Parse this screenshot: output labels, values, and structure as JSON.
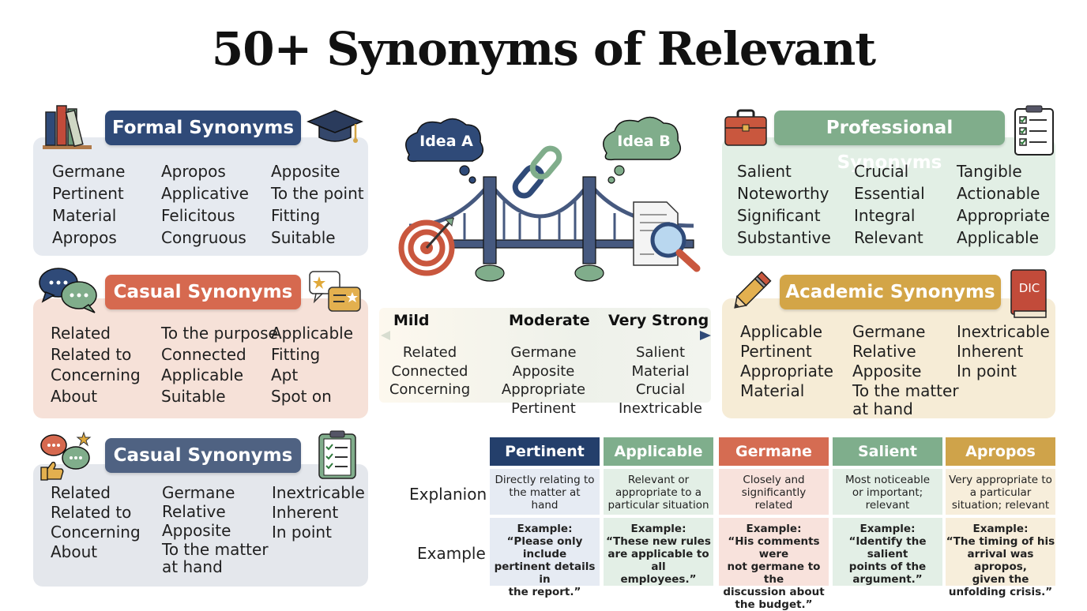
{
  "title": "50+ Synonyms of Relevant",
  "formal": {
    "heading": "Formal Synonyms",
    "col1": [
      "Germane",
      "Pertinent",
      "Material",
      "Apropos"
    ],
    "col2": [
      "Apropos",
      "Applicative",
      "Felicitous",
      "Congruous"
    ],
    "col3": [
      "Apposite",
      "To the point",
      "Fitting",
      "Suitable"
    ]
  },
  "professional": {
    "heading": "Professional Synonyms",
    "col1": [
      "Salient",
      "Noteworthy",
      "Significant",
      "Substantive"
    ],
    "col2": [
      "Crucial",
      "Essential",
      "Integral",
      "Relevant"
    ],
    "col3": [
      "Tangible",
      "Actionable",
      "Appropriate",
      "Applicable"
    ]
  },
  "casual": {
    "heading": "Casual Synonyms",
    "col1": [
      "Related",
      "Related to",
      "Concerning",
      "About"
    ],
    "col2": [
      "To the purpose",
      "Connected",
      "Applicable",
      "Suitable"
    ],
    "col3": [
      "Applicable",
      "Fitting",
      "Apt",
      "Spot on"
    ]
  },
  "academic": {
    "heading": "Academic Synonyms",
    "col1": [
      "Applicable",
      "Pertinent",
      "Appropriate",
      "Material"
    ],
    "col2": [
      "Germane",
      "Relative",
      "Apposite",
      "To the matter",
      "at hand"
    ],
    "col3": [
      "Inextricable",
      "Inherent",
      "In point"
    ],
    "book_label": "DIC"
  },
  "casual2": {
    "heading": "Casual Synonyms",
    "col1": [
      "Related",
      "Related to",
      "Concerning",
      "About"
    ],
    "col2": [
      "Germane",
      "Relative",
      "Apposite",
      "To the matter",
      "at hand"
    ],
    "col3": [
      "Inextricable",
      "Inherent",
      "In point"
    ]
  },
  "illustration": {
    "idea_a": "Idea A",
    "idea_b": "Idea B"
  },
  "scale": {
    "mild": "Mild",
    "moderate": "Moderate",
    "strong": "Very Strong",
    "mild_words": [
      "Related",
      "Connected",
      "Concerning"
    ],
    "moderate_words": [
      "Germane",
      "Apposite",
      "Appropriate",
      "Pertinent"
    ],
    "strong_words": [
      "Salient",
      "Material",
      "Crucial",
      "Inextricable"
    ]
  },
  "table": {
    "row_explanation": "Explanion",
    "row_example": "Example",
    "example_prefix": "Example:",
    "columns": [
      {
        "word": "Pertinent",
        "color": "#243f6b",
        "explanation": [
          "Directly relating to",
          "the matter at",
          "hand"
        ],
        "example": [
          "“Please only include",
          "pertinent details in",
          "the report.”"
        ]
      },
      {
        "word": "Applicable",
        "color": "#7fae8c",
        "explanation": [
          "Relevant or",
          "appropriate to a",
          "particular situation"
        ],
        "example": [
          "“These new rules",
          "are applicable to all",
          "employees.”"
        ]
      },
      {
        "word": "Germane",
        "color": "#d56c52",
        "explanation": [
          "Closely and",
          "significantly",
          "related"
        ],
        "example": [
          "“His comments were",
          "not germane to the",
          "discussion about",
          "the budget.”"
        ]
      },
      {
        "word": "Salient",
        "color": "#7fae8c",
        "explanation": [
          "Most noticeable",
          "or important;",
          "relevant"
        ],
        "example": [
          "“Identify the salient",
          "points of the",
          "argument.”"
        ]
      },
      {
        "word": "Apropos",
        "color": "#cfa34a",
        "explanation": [
          "Very appropriate to",
          "a particular",
          "situation; relevant"
        ],
        "example": [
          "“The timing of his",
          "arrival was apropos,",
          "given the",
          "unfolding crisis.”"
        ]
      }
    ]
  },
  "colors": {
    "navy": "#2f4a78",
    "green": "#80ad8b",
    "coral": "#d6694f",
    "gold": "#d3a547",
    "slate": "#4f6282"
  }
}
